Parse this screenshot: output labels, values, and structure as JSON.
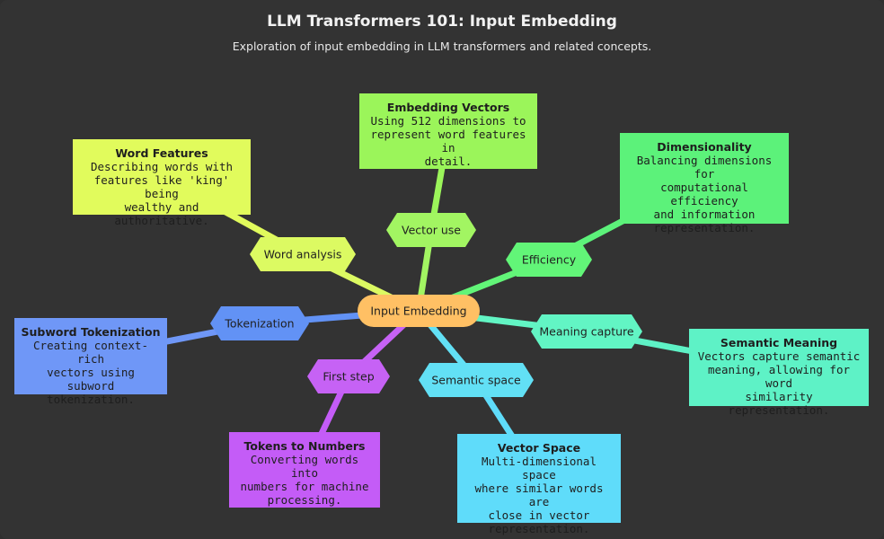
{
  "title": "LLM Transformers 101: Input Embedding",
  "subtitle": "Exploration of input embedding in LLM transformers and related concepts.",
  "center": {
    "label": "Input Embedding",
    "color": "#ffc064"
  },
  "branches": [
    {
      "label": "Word analysis",
      "color": "#dcfa62",
      "card": {
        "title": "Word Features",
        "desc": "Describing words with features like 'king' being wealthy and authoritative.",
        "color": "#e1fb5c"
      }
    },
    {
      "label": "Vector use",
      "color": "#a2f562",
      "card": {
        "title": "Embedding Vectors",
        "desc": "Using 512 dimensions to represent word features in detail.",
        "color": "#9bf55a"
      }
    },
    {
      "label": "Efficiency",
      "color": "#62f578",
      "card": {
        "title": "Dimensionality",
        "desc": "Balancing dimensions for computational efficiency and information representation.",
        "color": "#5cf27a"
      }
    },
    {
      "label": "Meaning capture",
      "color": "#62f5c4",
      "card": {
        "title": "Semantic Meaning",
        "desc": "Vectors capture semantic meaning, allowing for word similarity representation.",
        "color": "#5ef2c6"
      }
    },
    {
      "label": "Semantic space",
      "color": "#62e0f5",
      "card": {
        "title": "Vector Space",
        "desc": "Multi-dimensional space where similar words are close in vector representation.",
        "color": "#5fdcfa"
      }
    },
    {
      "label": "First step",
      "color": "#c662f5",
      "card": {
        "title": "Tokens to Numbers",
        "desc": "Converting words into numbers for machine processing.",
        "color": "#c45cf7"
      }
    },
    {
      "label": "Tokenization",
      "color": "#6292f5",
      "card": {
        "title": "Subword Tokenization",
        "desc": "Creating context-rich vectors using subword tokenization.",
        "color": "#6f97f7"
      }
    }
  ]
}
